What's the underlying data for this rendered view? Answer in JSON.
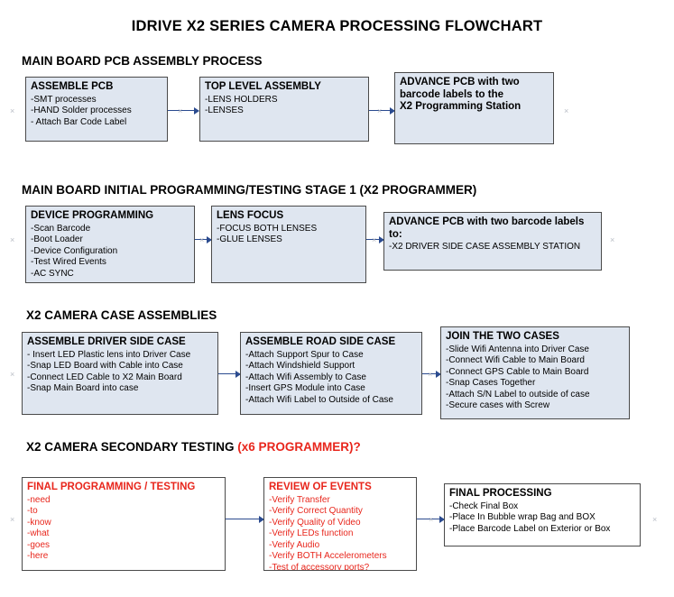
{
  "title": "IDRIVE X2  SERIES CAMERA PROCESSING FLOWCHART",
  "sections": [
    {
      "heading": "MAIN BOARD PCB ASSEMBLY PROCESS"
    },
    {
      "heading": "MAIN BOARD INITIAL PROGRAMMING/TESTING STAGE 1 (X2 PROGRAMMER)"
    },
    {
      "heading": "X2 CAMERA CASE ASSEMBLIES"
    },
    {
      "heading_plain": "X2 CAMERA SECONDARY TESTING",
      "heading_red": "(x6 PROGRAMMER)?"
    }
  ],
  "boxes": [
    {
      "title": "ASSEMBLE PCB",
      "items": [
        "-SMT processes",
        "-HAND Solder processes",
        "- Attach Bar Code Label"
      ]
    },
    {
      "title": "TOP LEVEL ASSEMBLY",
      "items": [
        "-LENS HOLDERS",
        "-LENSES"
      ]
    },
    {
      "title": "ADVANCE PCB with two\nbarcode labels to the\nX2 Programming Station",
      "items": []
    },
    {
      "title": "DEVICE PROGRAMMING",
      "items": [
        "-Scan Barcode",
        "-Boot Loader",
        "-Device Configuration",
        "-Test Wired Events",
        "-AC SYNC"
      ]
    },
    {
      "title": "LENS FOCUS",
      "items": [
        "-FOCUS BOTH LENSES",
        "-GLUE LENSES"
      ]
    },
    {
      "title": "ADVANCE PCB with two barcode labels to:",
      "items": [
        "-X2 DRIVER  SIDE  CASE  ASSEMBLY STATION"
      ]
    },
    {
      "title": "ASSEMBLE DRIVER SIDE CASE",
      "items": [
        "- Insert LED Plastic lens into Driver Case",
        "-Snap LED Board with Cable into Case",
        "-Connect LED Cable to X2 Main Board",
        "-Snap Main Board into case"
      ]
    },
    {
      "title": "ASSEMBLE ROAD SIDE CASE",
      "items": [
        "-Attach Support Spur to Case",
        "-Attach Windshield Support",
        "-Attach Wifi Assembly to Case",
        "-Insert GPS Module into Case",
        "-Attach Wifi Label to Outside of Case"
      ]
    },
    {
      "title": "JOIN THE TWO CASES",
      "items": [
        "-Slide Wifi Antenna into Driver Case",
        "-Connect Wifi Cable to Main Board",
        "-Connect GPS Cable to Main Board",
        "-Snap Cases Together",
        "-Attach S/N Label to outside of case",
        "-Secure cases with Screw"
      ]
    },
    {
      "title": "FINAL PROGRAMMING / TESTING",
      "items": [
        "-need",
        "-to",
        "-know",
        "-what",
        "-goes",
        "-here"
      ]
    },
    {
      "title": "REVIEW OF EVENTS",
      "items": [
        "-Verify Transfer",
        "-Verify Correct Quantity",
        "-Verify Quality of Video",
        "-Verify LEDs function",
        "-Verify Audio",
        "-Verify BOTH Accelerometers",
        "-Test of accessory ports?"
      ]
    },
    {
      "title": "FINAL PROCESSING",
      "items": [
        "-Check Final Box",
        "-Place In Bubble wrap Bag and BOX",
        "-Place Barcode Label on Exterior or Box"
      ]
    }
  ],
  "colors": {
    "box_fill": "#dfe6f0",
    "box_border": "#4a4a4a",
    "arrow": "#2b4b8f",
    "red_text": "#e8261c",
    "text": "#000000"
  }
}
